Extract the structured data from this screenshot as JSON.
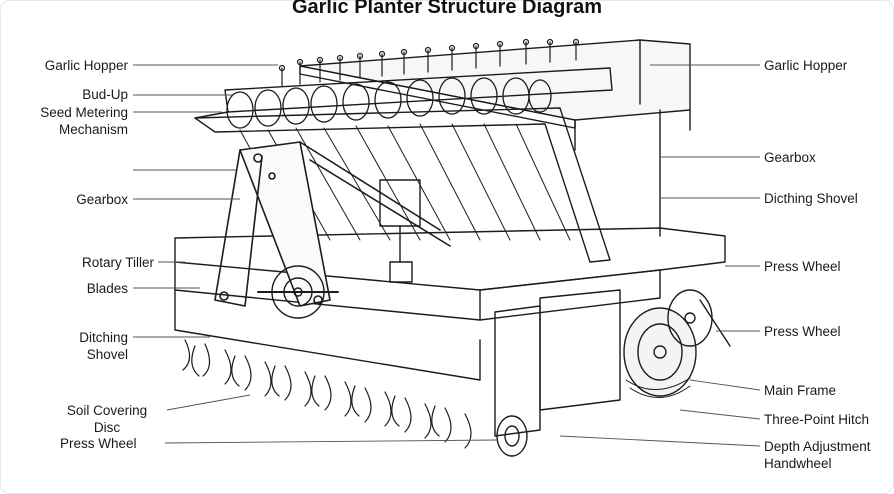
{
  "title": "Garlic Planter Structure Diagram",
  "labels_left": [
    {
      "id": "garlic-hopper-left",
      "lines": [
        "Garlic Hopper"
      ]
    },
    {
      "id": "bud-up",
      "lines": [
        "Bud-Up"
      ]
    },
    {
      "id": "seed-metering-mechanism",
      "lines": [
        "Seed Metering",
        "Mechanism"
      ]
    },
    {
      "id": "gearbox-left",
      "lines": [
        "Gearbox"
      ]
    },
    {
      "id": "rotary-tiller",
      "lines": [
        "Rotary Tiller"
      ]
    },
    {
      "id": "blades",
      "lines": [
        "Blades"
      ]
    },
    {
      "id": "ditching-shovel-left",
      "lines": [
        "Ditching",
        "Shovel"
      ]
    },
    {
      "id": "soil-covering-disc",
      "lines": [
        "Soil Covering",
        "Disc"
      ]
    },
    {
      "id": "press-wheel-left",
      "lines": [
        "Press Wheel"
      ]
    }
  ],
  "labels_right": [
    {
      "id": "garlic-hopper-right",
      "lines": [
        "Garlic Hopper"
      ]
    },
    {
      "id": "gearbox-right",
      "lines": [
        "Gearbox"
      ]
    },
    {
      "id": "dicthing-shovel-right",
      "lines": [
        "Dicthing Shovel"
      ]
    },
    {
      "id": "press-wheel-right-1",
      "lines": [
        "Press Wheel"
      ]
    },
    {
      "id": "press-wheel-right-2",
      "lines": [
        "Press Wheel"
      ]
    },
    {
      "id": "main-frame",
      "lines": [
        "Main Frame"
      ]
    },
    {
      "id": "three-point-hitch",
      "lines": [
        "Three-Point Hitch"
      ]
    },
    {
      "id": "depth-adjustment-handwheel",
      "lines": [
        "Depth Adjustment",
        "Handwheel"
      ]
    }
  ]
}
